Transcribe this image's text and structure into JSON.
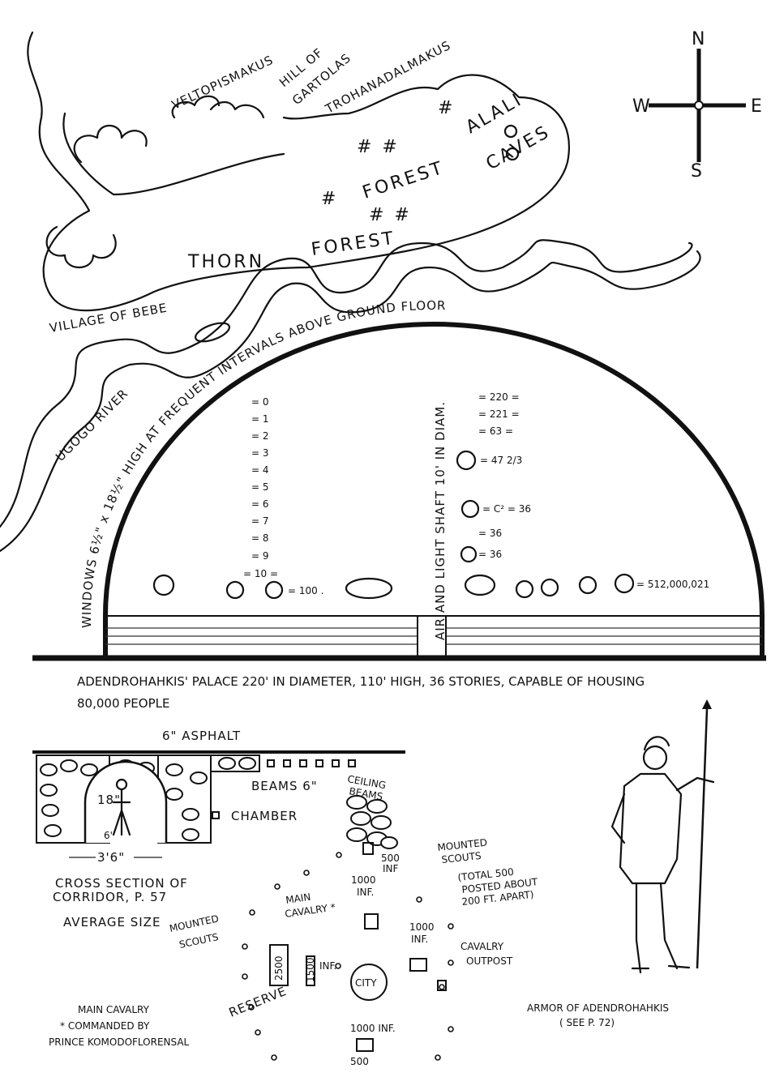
{
  "map": {
    "veltopismakus": "VELTOPISMAKUS",
    "hill_of": "HILL OF",
    "gartolas": "GARTOLAS",
    "trohanadalmakus": "TROHANADALMAKUS",
    "forest": "FOREST",
    "alali": "ALALI",
    "caves": "CAVES",
    "thorn": "THORN",
    "thorn_forest": "FOREST",
    "village": "VILLAGE OF BEBE",
    "river": "UGOGO RIVER"
  },
  "compass": {
    "n": "N",
    "e": "E",
    "s": "S",
    "w": "W"
  },
  "palace": {
    "windows": "WINDOWS 6½\" x 18½\" HIGH AT FREQUENT INTERVALS ABOVE GROUND FLOOR",
    "shaft": "AIR AND LIGHT SHAFT 10' IN DIAM.",
    "numerals": [
      "= 0",
      "= 1",
      "= 2",
      "= 3",
      "= 4",
      "= 5",
      "= 6",
      "= 7",
      "= 8",
      "= 9"
    ],
    "ten": "= 10 =",
    "hundred": "= 100 .",
    "eq1": "= 220 =",
    "eq2": "= 221 =",
    "eq3": "= 63 =",
    "eq4": "= 47 2/3",
    "eq5": "= C² = 36",
    "eq6": "= 36",
    "eq7": "= 36",
    "big": "= 512,000,021",
    "caption1": "ADENDROHAHKIS' PALACE 220' IN DIAMETER, 110' HIGH, 36 STORIES, CAPABLE OF HOUSING",
    "caption2": "80,000 PEOPLE"
  },
  "corridor": {
    "asphalt": "6\" ASPHALT",
    "beams": "BEAMS 6\"",
    "ceiling": "CEILING",
    "ceiling2": "BEAMS",
    "chamber": "CHAMBER",
    "height": "18\"",
    "man": "6'",
    "width": "3'6\"",
    "cross1": "CROSS SECTION OF",
    "cross2": "CORRIDOR, P. 57",
    "avg": "AVERAGE SIZE"
  },
  "army": {
    "inf500a": "500",
    "inf500b": "INF",
    "mounted": "MOUNTED",
    "scouts": "SCOUTS",
    "total1": "(TOTAL 500",
    "total2": "POSTED ABOUT",
    "total3": "200 FT. APART)",
    "k1": "1000",
    "k1b": "INF.",
    "k2": "1000",
    "k2b": "INF.",
    "main": "MAIN",
    "cav": "CAVALRY *",
    "ms1": "MOUNTED",
    "ms2": "SCOUTS",
    "n2500": "2500",
    "n1500": "1500",
    "inf": "INF.",
    "city": "CITY",
    "outpost1": "CAVALRY",
    "outpost2": "OUTPOST",
    "reserve": "RESERVE",
    "k3": "1000 INF.",
    "s500": "500",
    "note1": "MAIN CAVALRY",
    "note2": "* COMMANDED BY",
    "note3": "PRINCE KOMODOFLORENSAL"
  },
  "armor": {
    "line1": "ARMOR OF ADENDROHAHKIS",
    "line2": "( SEE P. 72)"
  }
}
